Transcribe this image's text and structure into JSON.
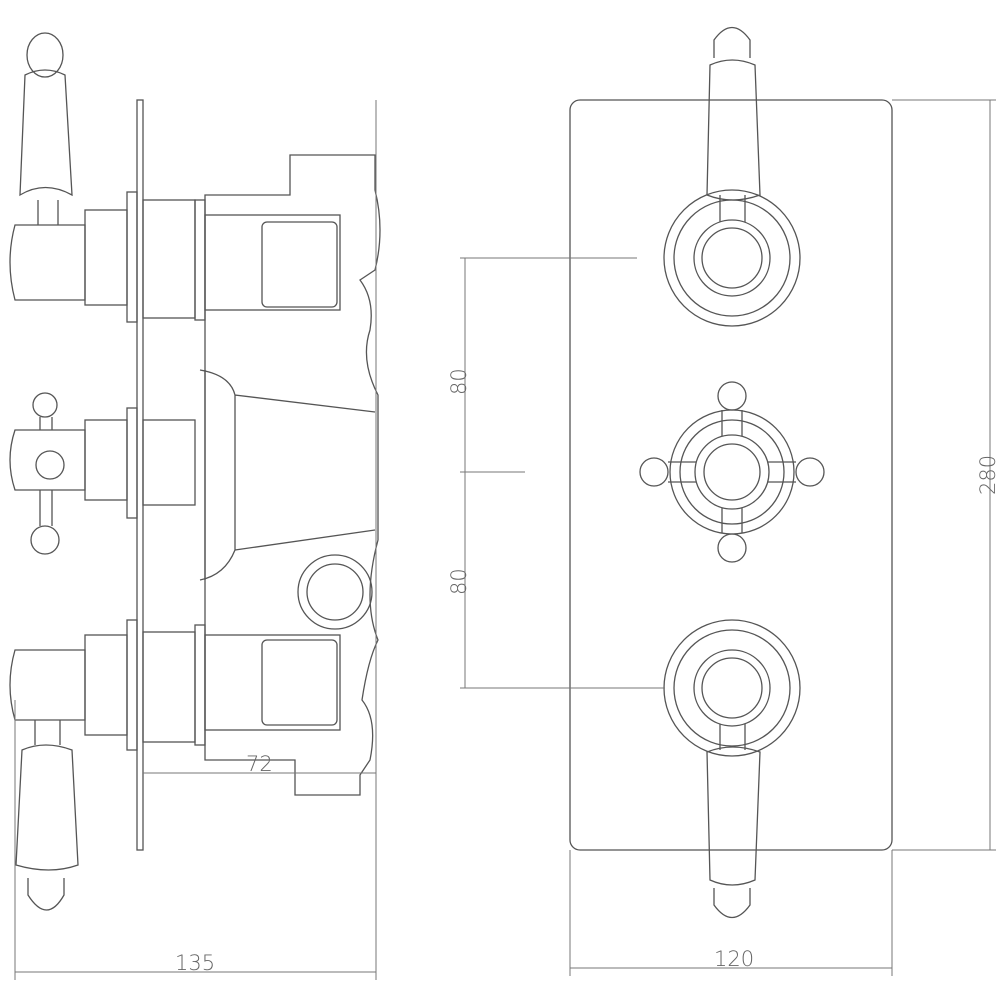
{
  "title": "Triple thermostatic shower valve – technical drawing",
  "views": {
    "side": {
      "dim_overall_depth": "135",
      "dim_wall_depth": "72"
    },
    "front": {
      "dim_width": "120",
      "dim_height": "280",
      "dim_spacing_upper": "80",
      "dim_spacing_lower": "80"
    }
  }
}
